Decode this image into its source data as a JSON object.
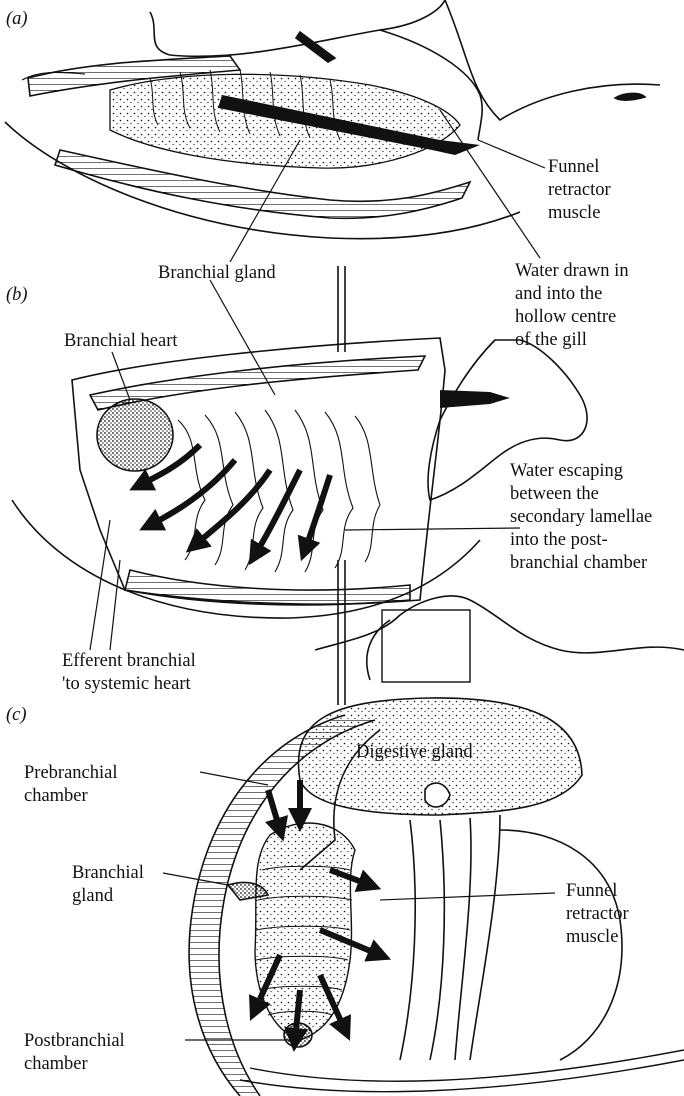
{
  "panels": [
    {
      "letter": "(a)",
      "labels": {
        "funnel_retractor": [
          "Funnel",
          "retractor",
          "muscle"
        ],
        "branchial_gland": "Branchial gland",
        "water_drawn_in": [
          "Water drawn in",
          "and into the",
          "hollow centre",
          "of the gill"
        ]
      }
    },
    {
      "letter": "(b)",
      "labels": {
        "branchial_heart": "Branchial heart",
        "water_escaping": [
          "Water escaping",
          "between the",
          "secondary lamellae",
          "into the post-",
          "branchial chamber"
        ],
        "efferent_branchial": [
          "Efferent branchial",
          "'to systemic heart"
        ]
      }
    },
    {
      "letter": "(c)",
      "labels": {
        "digestive_gland": "Digestive gland",
        "prebranchial_chamber": [
          "Prebranchial",
          "chamber"
        ],
        "branchial_gland": [
          "Branchial",
          "gland"
        ],
        "funnel_retractor": [
          "Funnel",
          "retractor",
          "muscle"
        ],
        "postbranchial_chamber": [
          "Postbranchial",
          "chamber"
        ]
      }
    }
  ],
  "colors": {
    "ink": "#111111",
    "paper": "#ffffff"
  }
}
